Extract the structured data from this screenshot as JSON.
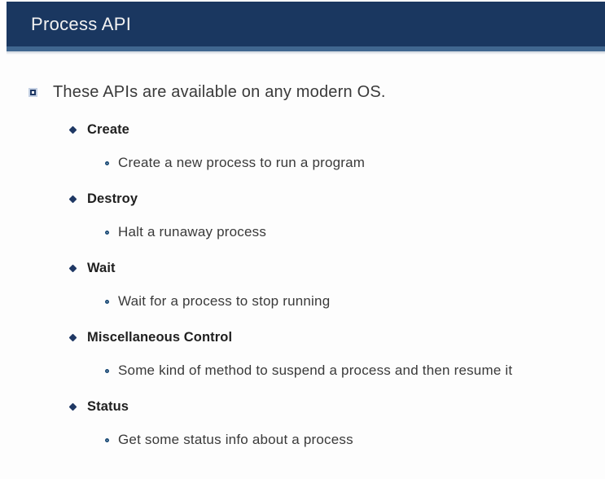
{
  "slide": {
    "title": "Process API",
    "intro": "These APIs are available on any modern OS.",
    "sections": [
      {
        "heading": "Create",
        "detail": "Create a new process to run a program"
      },
      {
        "heading": "Destroy",
        "detail": "Halt a runaway process"
      },
      {
        "heading": "Wait",
        "detail": "Wait for a process to stop running"
      },
      {
        "heading": "Miscellaneous Control",
        "detail": "Some kind of method to suspend a process and then resume it"
      },
      {
        "heading": "Status",
        "detail": "Get some status info about a process"
      }
    ],
    "colors": {
      "title_bar": "#1a3760",
      "title_bar_edge": "#40668f",
      "bullet_navy": "#1f3864",
      "heading_text": "#1f1f1f",
      "body_text": "#3a3a3a"
    },
    "icons": {
      "level1_bullet": "hollow-square-bullet",
      "level2_bullet": "filled-diamond-bullet",
      "level3_bullet": "hollow-circle-bullet"
    }
  }
}
